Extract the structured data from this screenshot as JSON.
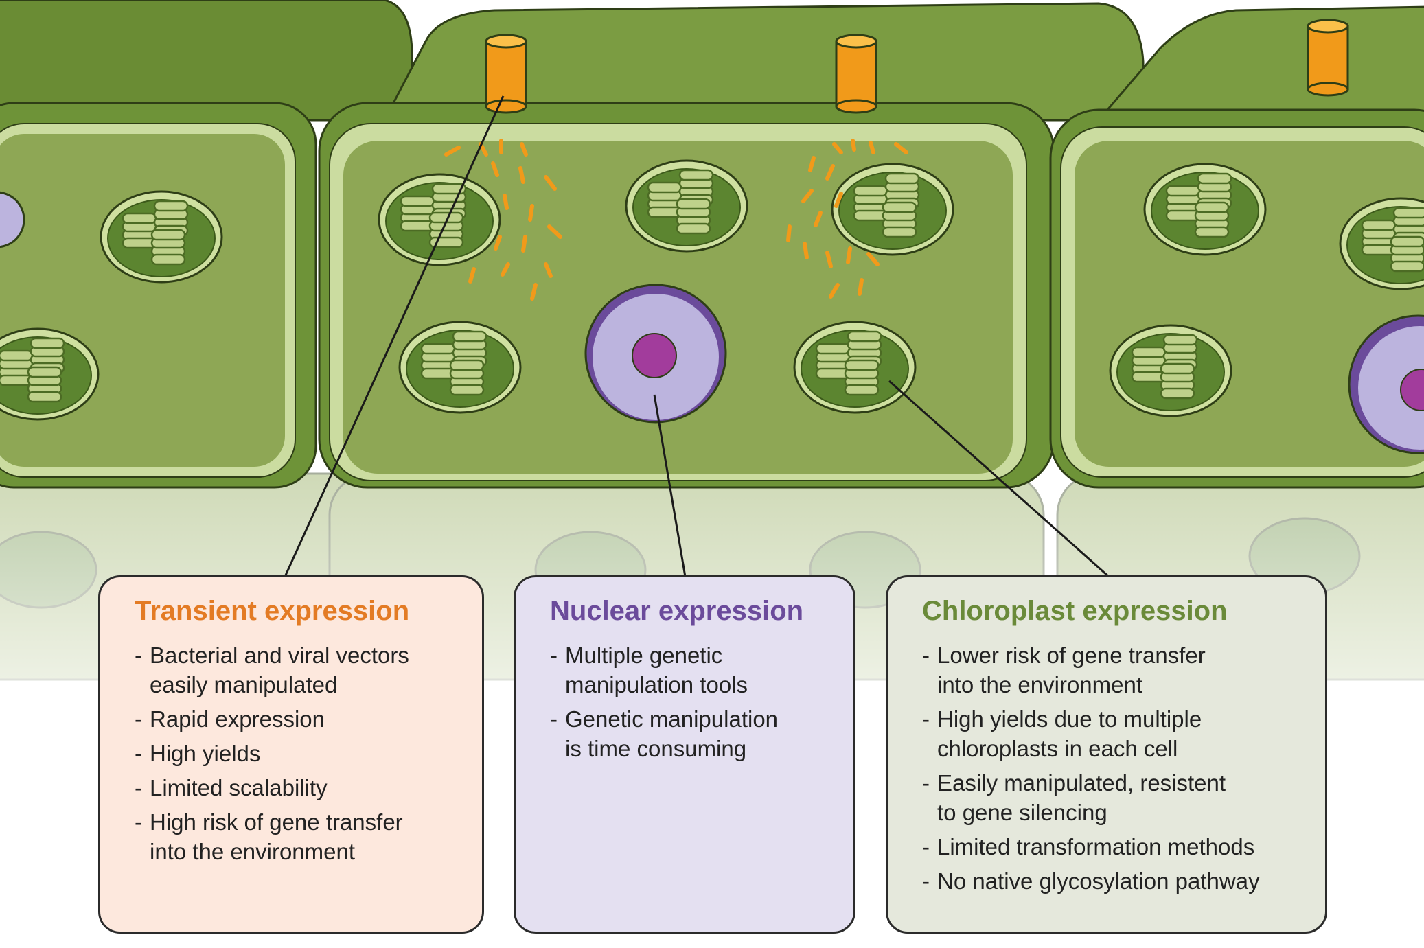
{
  "colors": {
    "cell_wall": "#6e9338",
    "cytoplasm": "#8ea755",
    "chloroplast": "#5c8530",
    "nucleus": "#bcb4de",
    "nucleolus": "#a23c9c",
    "vector": "#f19a1a",
    "transient_accent": "#e37b24",
    "nuclear_accent": "#6b4b9b",
    "chloroplast_accent": "#6a8a39"
  },
  "boxes": {
    "transient": {
      "title": "Transient expression",
      "points": [
        "Bacterial and viral vectors\neasily manipulated",
        "Rapid expression",
        "High yields",
        "Limited scalability",
        "High risk of gene transfer\ninto the environment"
      ]
    },
    "nuclear": {
      "title": "Nuclear expression",
      "points": [
        "Multiple genetic\nmanipulation tools",
        "Genetic manipulation\nis time consuming"
      ]
    },
    "chloroplast": {
      "title": "Chloroplast expression",
      "points": [
        "Lower risk of gene transfer\ninto the environment",
        "High yields due to multiple\nchloroplasts in each cell",
        "Easily manipulated, resistent\nto gene silencing",
        "Limited transformation methods",
        "No native glycosylation pathway"
      ]
    }
  }
}
